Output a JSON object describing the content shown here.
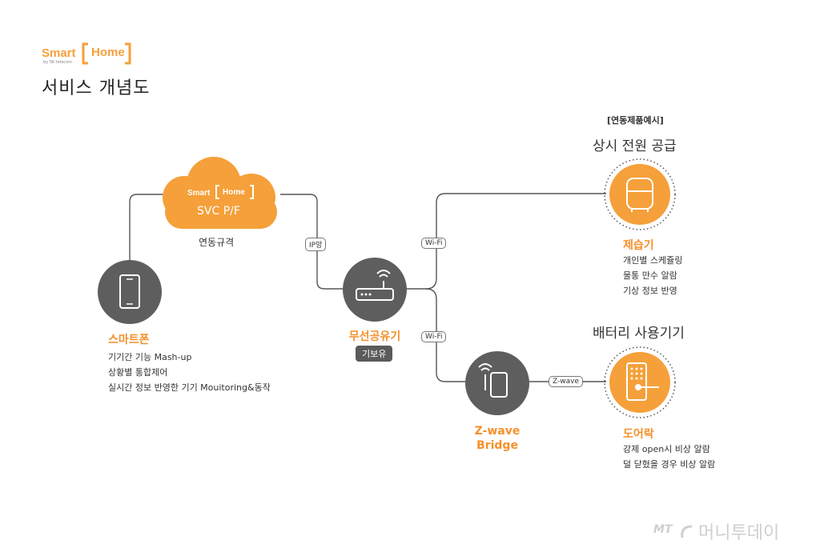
{
  "logo": {
    "smart": "Smart",
    "home": "Home",
    "by": "by SK telecom"
  },
  "title": "서비스 개념도",
  "cloud": {
    "smart": "Smart",
    "home": "Home",
    "label": "SVC P/F",
    "sublabel": "연동규격"
  },
  "tags": {
    "ip": "IP망",
    "wifi_top": "Wi-Fi",
    "wifi_bottom": "Wi-Fi",
    "zwave": "Z-wave"
  },
  "smartphone": {
    "label": "스마트폰",
    "desc": [
      "기기간 기능 Mash-up",
      "상황별 통합제어",
      "실시간 정보 반영한 기기 Mouitoring&동작"
    ]
  },
  "router": {
    "label": "무선공유기",
    "badge": "기보유"
  },
  "bridge": {
    "label_line1": "Z-wave",
    "label_line2": "Bridge"
  },
  "examples_header": "[연동제품예시]",
  "always_power": {
    "title": "상시 전원 공급",
    "device": "제습기",
    "desc": [
      "개인별 스케쥴링",
      "물통 만수 알람",
      "기상 정보 반영"
    ]
  },
  "battery": {
    "title": "배터리 사용기기",
    "device": "도어락",
    "desc": [
      "강제 open시 비상 알람",
      "덜 닫혔을 경우 비상 알람"
    ]
  },
  "watermark": {
    "mark": "MT",
    "text": "머니투데이"
  },
  "colors": {
    "orange": "#f5a03a",
    "gray": "#5e5e5e",
    "line": "#555555"
  },
  "icons": [
    "phone-icon",
    "router-icon",
    "bridge-icon",
    "dehumidifier-icon",
    "doorlock-icon"
  ]
}
